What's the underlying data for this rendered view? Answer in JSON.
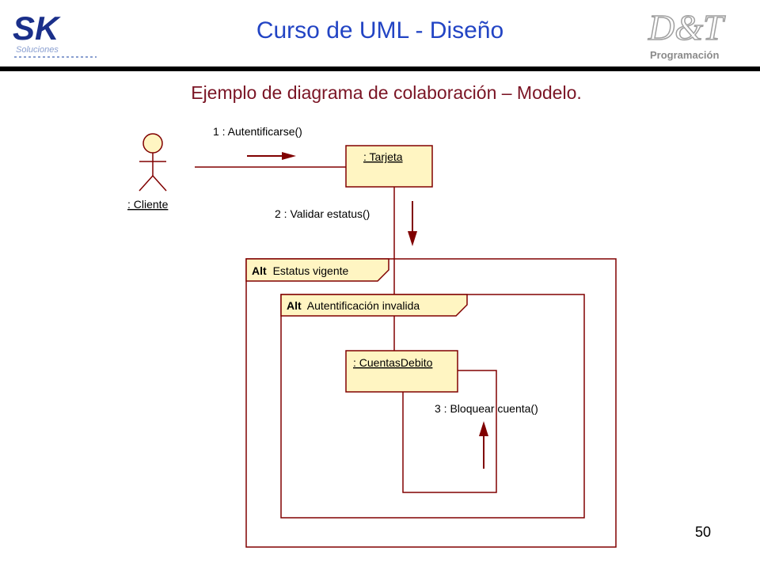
{
  "header": {
    "logo_left_text": "SK",
    "logo_left_subtext": "Soluciones",
    "title": "Curso de UML - Diseño",
    "logo_right_text": "D&T",
    "logo_right_subtext": "Programación"
  },
  "subtitle": "Ejemplo de diagrama de colaboración – Modelo.",
  "diagram": {
    "actor": ": Cliente",
    "objects": [
      ": Tarjeta",
      ": CuentasDebito"
    ],
    "messages": [
      "1 : Autentificarse()",
      "2 : Validar estatus()",
      "3 : Bloquear cuenta()"
    ],
    "fragments": [
      {
        "operator": "Alt",
        "guard": "Estatus vigente"
      },
      {
        "operator": "Alt",
        "guard": "Autentificación invalida"
      }
    ],
    "colors": {
      "line": "#800000",
      "object_fill": "#fff5c2",
      "actor_fill": "#fff5c2",
      "fragment_label_fill": "#fff5c2"
    }
  },
  "page_number": "50"
}
